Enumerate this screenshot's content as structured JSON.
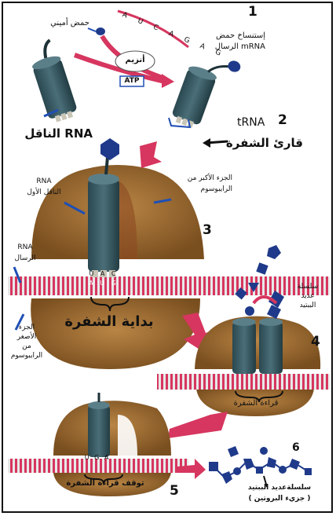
{
  "steps": {
    "s1": "1",
    "s2": "2",
    "s3": "3",
    "s4": "4",
    "s5": "5",
    "s6": "6"
  },
  "labels": {
    "amino_acid": "حمض أميني",
    "mrna_seq": "A U C A G A G",
    "transcription": "إستنساخ حمض",
    "mrna_messenger": "mRNA الرسال",
    "enzyme": "أنزيم",
    "atp": "ATP",
    "rna_transfer": "RNA الناقل",
    "trna": "tRNA",
    "codon_reader": "قارئ الشفرة",
    "big_part_line1": "الجزء الأكبر من",
    "big_part_line2": "الرايبوسوم",
    "first_trna_line1": "RNA",
    "first_trna_line2": "الناقل الأول",
    "messenger_line1": "RNA",
    "messenger_line2": "الرسال",
    "small_part_line1": "الجزء",
    "small_part_line2": "الأصغر",
    "small_part_line3": "من",
    "small_part_line4": "الرايبوسوم",
    "start_code": "بداية الشفرة",
    "polypeptide_line1": "سلسلة",
    "polypeptide_line2": "عديد",
    "polypeptide_line3": "الببتيد",
    "reading_code": "قراءة الشفرة",
    "stop_reading": "توقف قراءة الشفرة",
    "chain_polypeptide": "سلسلةعديد الببتيد",
    "protein_molecule": "( جزيء البروتين )",
    "anticodon1": "U A C",
    "codon1": "A U G",
    "stop_codon": "U G A"
  },
  "colors": {
    "trna": "#2e4f57",
    "ribosome": "#9a6a2e",
    "mrna": "#d6365f",
    "arrow": "#d6365f",
    "pointer": "#1f4fb5",
    "amino": "#1f3a8a"
  }
}
